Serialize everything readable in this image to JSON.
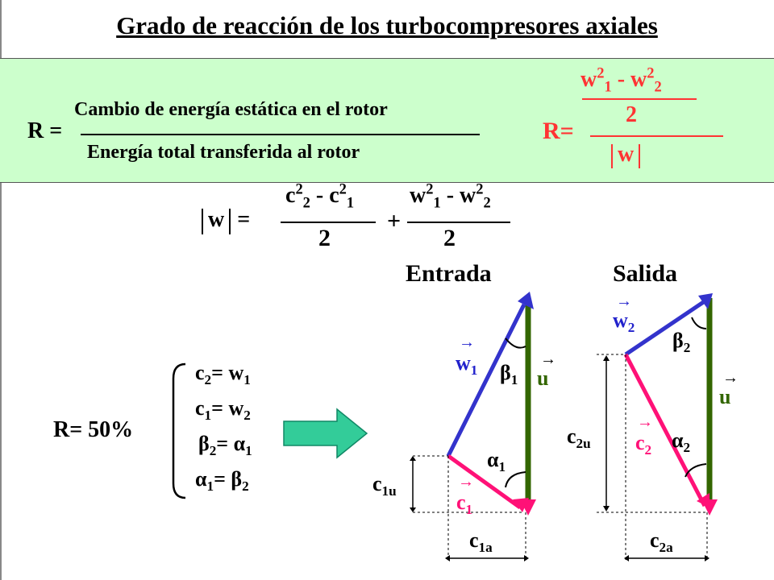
{
  "title": "Grado de reacción de los turbocompresores axiales",
  "definition": {
    "lhs": "R =",
    "numerator": "Cambio de energía estática en el rotor",
    "denominator": "Energía total transferida al rotor"
  },
  "r_formula": {
    "lhs": "R=",
    "num_w": "w",
    "num_sup1": "2",
    "num_sub1": "1",
    "minus": "-",
    "num_w2": "w",
    "num_sup2": "2",
    "num_sub2": "2",
    "den_two": "2",
    "abs_w": "w"
  },
  "w_formula": {
    "lhs_w": "w",
    "eq": "=",
    "t1_c": "c",
    "t1_sup": "2",
    "t1_sub": "2",
    "t1_minus": "-",
    "t1_c2": "c",
    "t1_sup2": "2",
    "t1_sub2": "1",
    "t1_den": "2",
    "plus": "+",
    "t2_w": "w",
    "t2_sup": "2",
    "t2_sub": "1",
    "t2_minus": "-",
    "t2_w2": "w",
    "t2_sup2": "2",
    "t2_sub2": "2",
    "t2_den": "2"
  },
  "condition": {
    "lhs": "R= 50%",
    "lines": [
      {
        "a": "c",
        "asub": "2",
        "eq": "=",
        "b": "w",
        "bsub": "1"
      },
      {
        "a": "c",
        "asub": "1",
        "eq": "=",
        "b": "w",
        "bsub": "2"
      },
      {
        "a": "β",
        "asub": "2",
        "eq": "=",
        "b": "α",
        "bsub": "1"
      },
      {
        "a": "α",
        "asub": "1",
        "eq": "=",
        "b": "β",
        "bsub": "2"
      }
    ]
  },
  "diagram": {
    "entrada": "Entrada",
    "salida": "Salida",
    "w1": "w",
    "w1sub": "1",
    "beta1": "β",
    "beta1sub": "1",
    "u": "u",
    "alpha1": "α",
    "alpha1sub": "1",
    "c1": "c",
    "c1sub": "1",
    "c1u": "c",
    "c1usub": "1u",
    "c1a": "c",
    "c1asub": "1a",
    "w2": "w",
    "w2sub": "2",
    "beta2": "β",
    "beta2sub": "2",
    "u2": "u",
    "c2u": "c",
    "c2usub": "2u",
    "c2": "c",
    "c2sub": "2",
    "alpha2": "α",
    "alpha2sub": "2",
    "c2a": "c",
    "c2asub": "2a",
    "vector_mark": "→"
  },
  "colors": {
    "band": "#ccffcc",
    "red": "#ff3333",
    "blue": "#2222cc",
    "pink": "#ff1177",
    "green": "#336600",
    "arrow": "#33cc99"
  }
}
